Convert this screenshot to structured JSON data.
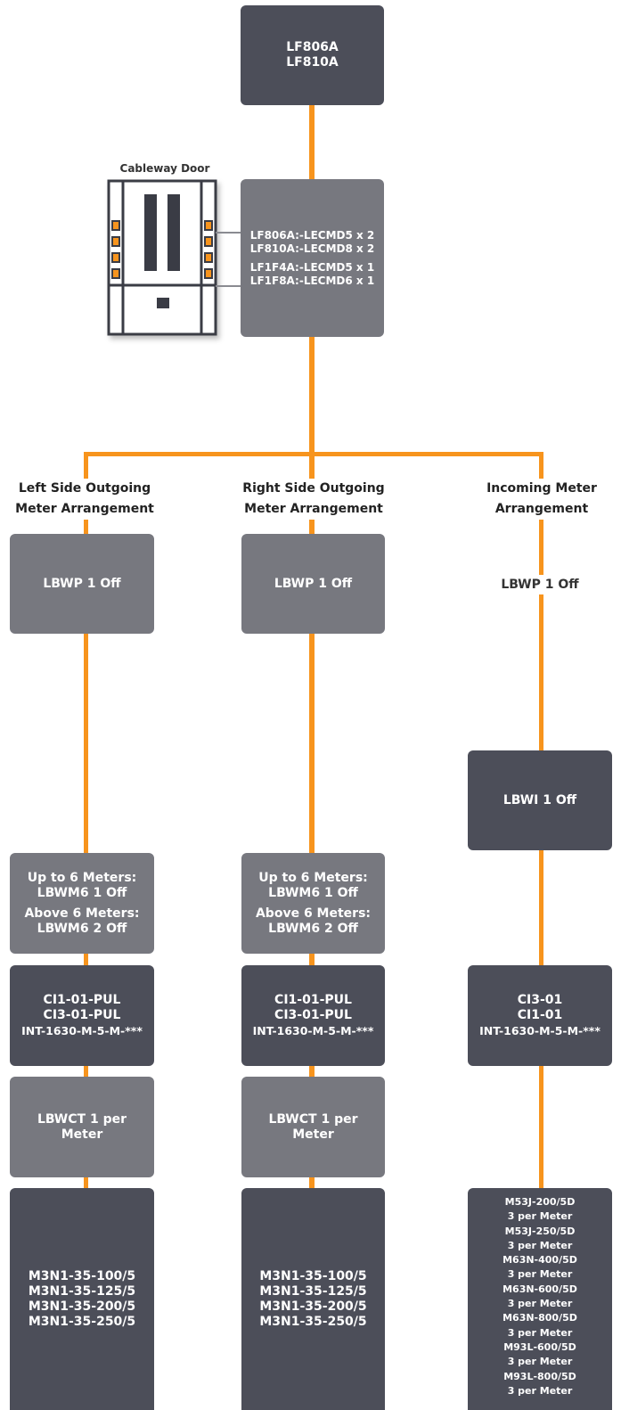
{
  "top_box": {
    "lines": [
      "LF806A",
      "LF810A"
    ]
  },
  "cableway": {
    "label": "Cableway Door",
    "lines_a": [
      "LF806A:-LECMD5 x 2",
      "LF810A:-LECMD8 x 2"
    ],
    "lines_b": [
      "LF1F4A:-LECMD5 x 1",
      "LF1F8A:-LECMD6 x 1"
    ]
  },
  "columns": [
    {
      "heading": [
        "Left Side Outgoing",
        "Meter Arrangement"
      ],
      "lbwp": "LBWP 1 Off",
      "lbwm_a": [
        "Up to 6 Meters:",
        "LBWM6 1 Off"
      ],
      "lbwm_b": [
        "Above 6 Meters:",
        "LBWM6 2 Off"
      ],
      "ci": [
        "CI1-01-PUL",
        "CI3-01-PUL",
        "INT-1630-M-5-M-***"
      ],
      "lbwct": [
        "LBWCT 1 per",
        "Meter"
      ],
      "meters": [
        "M3N1-35-100/5",
        "M3N1-35-125/5",
        "M3N1-35-200/5",
        "M3N1-35-250/5"
      ]
    },
    {
      "heading": [
        "Right Side Outgoing",
        "Meter Arrangement"
      ],
      "lbwp": "LBWP 1 Off",
      "lbwm_a": [
        "Up to 6 Meters:",
        "LBWM6 1 Off"
      ],
      "lbwm_b": [
        "Above 6 Meters:",
        "LBWM6 2 Off"
      ],
      "ci": [
        "CI1-01-PUL",
        "CI3-01-PUL",
        "INT-1630-M-5-M-***"
      ],
      "lbwct": [
        "LBWCT 1 per",
        "Meter"
      ],
      "meters": [
        "M3N1-35-100/5",
        "M3N1-35-125/5",
        "M3N1-35-200/5",
        "M3N1-35-250/5"
      ]
    },
    {
      "heading": [
        "Incoming Meter",
        "Arrangement"
      ],
      "lbwp": "LBWP 1 Off",
      "lbwi": "LBWI 1 Off",
      "ci": [
        "CI3-01",
        "CI1-01",
        "INT-1630-M-5-M-***"
      ],
      "meters": [
        "M53J-200/5D",
        "3 per Meter",
        "M53J-250/5D",
        "3 per Meter",
        "M63N-400/5D",
        "3 per Meter",
        "M63N-600/5D",
        "3 per Meter",
        "M63N-800/5D",
        "3 per Meter",
        "M93L-600/5D",
        "3 per Meter",
        "M93L-800/5D",
        "3 per Meter"
      ]
    }
  ]
}
